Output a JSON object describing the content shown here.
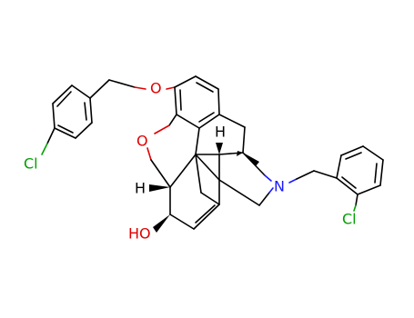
{
  "molecule": {
    "atoms": {
      "ether_oxygen": {
        "text": "O",
        "color": "#e00000"
      },
      "furan_oxygen": {
        "text": "O",
        "color": "#e00000"
      },
      "hydroxyl": {
        "text": "HO",
        "color": "#e00000"
      },
      "amine_nitrogen": {
        "text": "N",
        "color": "#1a1aff"
      },
      "chloro_left": {
        "text": "Cl",
        "color": "#00a000"
      },
      "chloro_right": {
        "text": "Cl",
        "color": "#00a000"
      },
      "stereo_h_left": {
        "text": "H",
        "color": "#000000"
      },
      "stereo_h_top": {
        "text": "H",
        "color": "#000000"
      }
    }
  }
}
